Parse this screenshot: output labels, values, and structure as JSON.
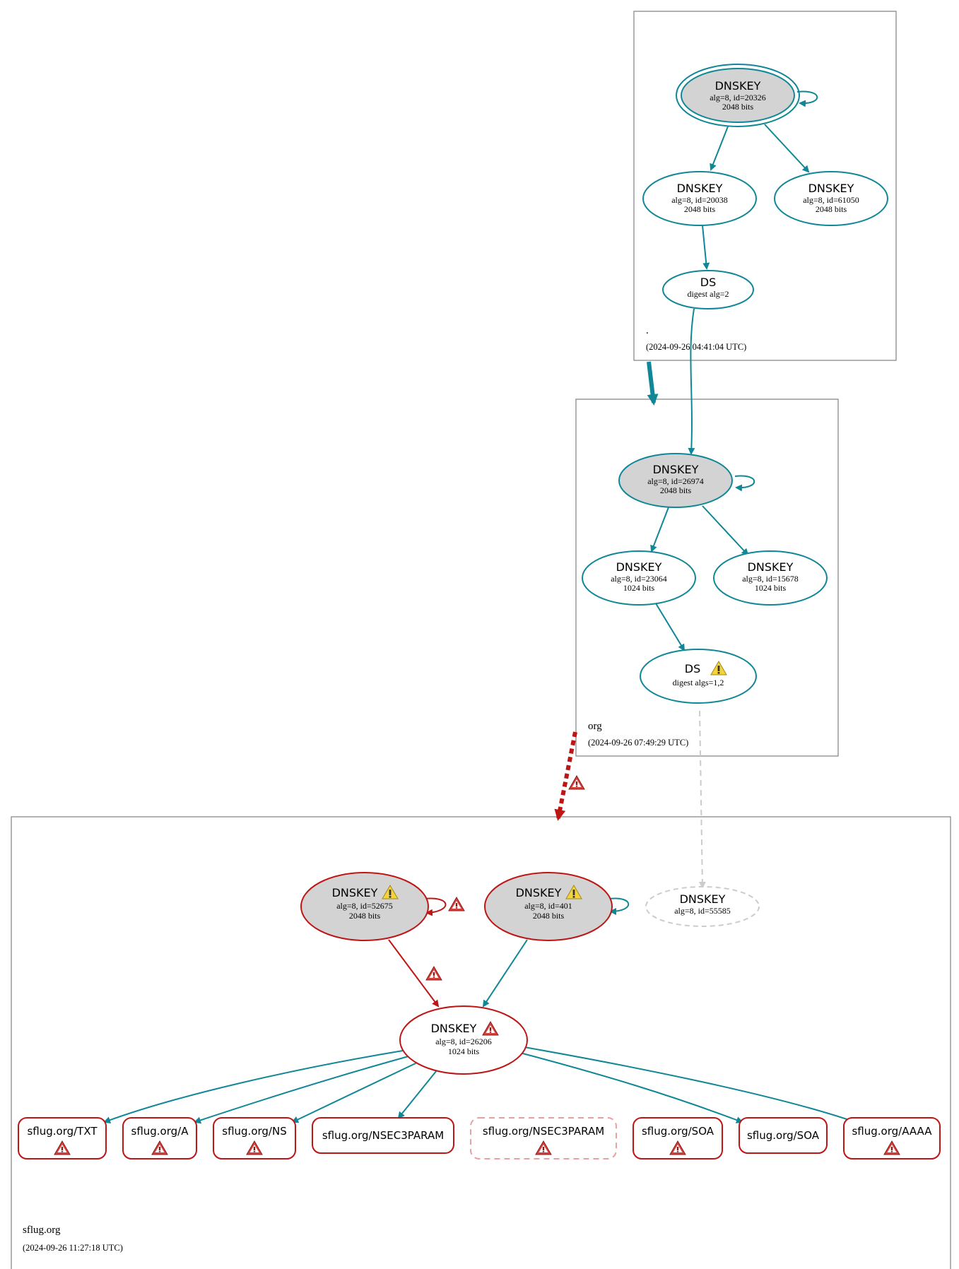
{
  "colors": {
    "secure": "#108796",
    "bogus": "#be1515",
    "insecure": "#cccccc",
    "ksk_fill": "#d3d3d3",
    "warning_fill": "#f5d33b",
    "error_fill": "#d4413b"
  },
  "zones": {
    "root": {
      "name": ".",
      "timestamp": "(2024-09-26 04:41:04 UTC)"
    },
    "org": {
      "name": "org",
      "timestamp": "(2024-09-26 07:49:29 UTC)"
    },
    "sflug": {
      "name": "sflug.org",
      "timestamp": "(2024-09-26 11:27:18 UTC)"
    }
  },
  "nodes": {
    "root_ksk": {
      "title": "DNSKEY",
      "line1": "alg=8, id=20326",
      "line2": "2048 bits"
    },
    "root_zsk1": {
      "title": "DNSKEY",
      "line1": "alg=8, id=20038",
      "line2": "2048 bits"
    },
    "root_zsk2": {
      "title": "DNSKEY",
      "line1": "alg=8, id=61050",
      "line2": "2048 bits"
    },
    "root_ds": {
      "title": "DS",
      "line1": "digest alg=2"
    },
    "org_ksk": {
      "title": "DNSKEY",
      "line1": "alg=8, id=26974",
      "line2": "2048 bits"
    },
    "org_zsk1": {
      "title": "DNSKEY",
      "line1": "alg=8, id=23064",
      "line2": "1024 bits"
    },
    "org_zsk2": {
      "title": "DNSKEY",
      "line1": "alg=8, id=15678",
      "line2": "1024 bits"
    },
    "org_ds": {
      "title": "DS",
      "line1": "digest algs=1,2",
      "icon": "warning-icon"
    },
    "sflug_ksk1": {
      "title": "DNSKEY",
      "line1": "alg=8, id=52675",
      "line2": "2048 bits",
      "icon": "warning-icon"
    },
    "sflug_ksk2": {
      "title": "DNSKEY",
      "line1": "alg=8, id=401",
      "line2": "2048 bits",
      "icon": "warning-icon"
    },
    "sflug_ksk3": {
      "title": "DNSKEY",
      "line1": "alg=8, id=55585"
    },
    "sflug_zsk": {
      "title": "DNSKEY",
      "line1": "alg=8, id=26206",
      "line2": "1024 bits",
      "icon": "error-icon"
    }
  },
  "rrsets": [
    {
      "label": "sflug.org/TXT",
      "error": true
    },
    {
      "label": "sflug.org/A",
      "error": true
    },
    {
      "label": "sflug.org/NS",
      "error": true
    },
    {
      "label": "sflug.org/NSEC3PARAM",
      "error": false
    },
    {
      "label": "sflug.org/NSEC3PARAM",
      "error": true,
      "dashed": true
    },
    {
      "label": "sflug.org/SOA",
      "error": true
    },
    {
      "label": "sflug.org/SOA",
      "error": false
    },
    {
      "label": "sflug.org/AAAA",
      "error": true
    }
  ]
}
